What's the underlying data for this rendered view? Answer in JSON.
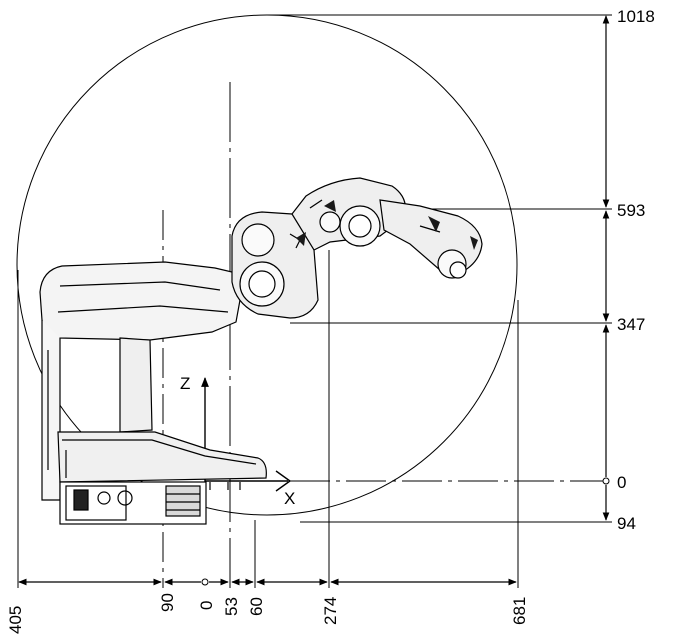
{
  "diagram": {
    "vertical_dimensions": [
      {
        "id": "z-1018",
        "label": "1018"
      },
      {
        "id": "z-593",
        "label": "593"
      },
      {
        "id": "z-347",
        "label": "347"
      },
      {
        "id": "z-0",
        "label": "0"
      },
      {
        "id": "z-94",
        "label": "94"
      }
    ],
    "horizontal_dimensions": [
      {
        "id": "x-405",
        "label": "405"
      },
      {
        "id": "x-90",
        "label": "90"
      },
      {
        "id": "x-0",
        "label": "0"
      },
      {
        "id": "x-53",
        "label": "53"
      },
      {
        "id": "x-60",
        "label": "60"
      },
      {
        "id": "x-274",
        "label": "274"
      },
      {
        "id": "x-681",
        "label": "681"
      }
    ],
    "axes": {
      "z_label": "Z",
      "x_label": "X"
    }
  },
  "colors": {
    "line": "#000000",
    "background": "#ffffff"
  }
}
